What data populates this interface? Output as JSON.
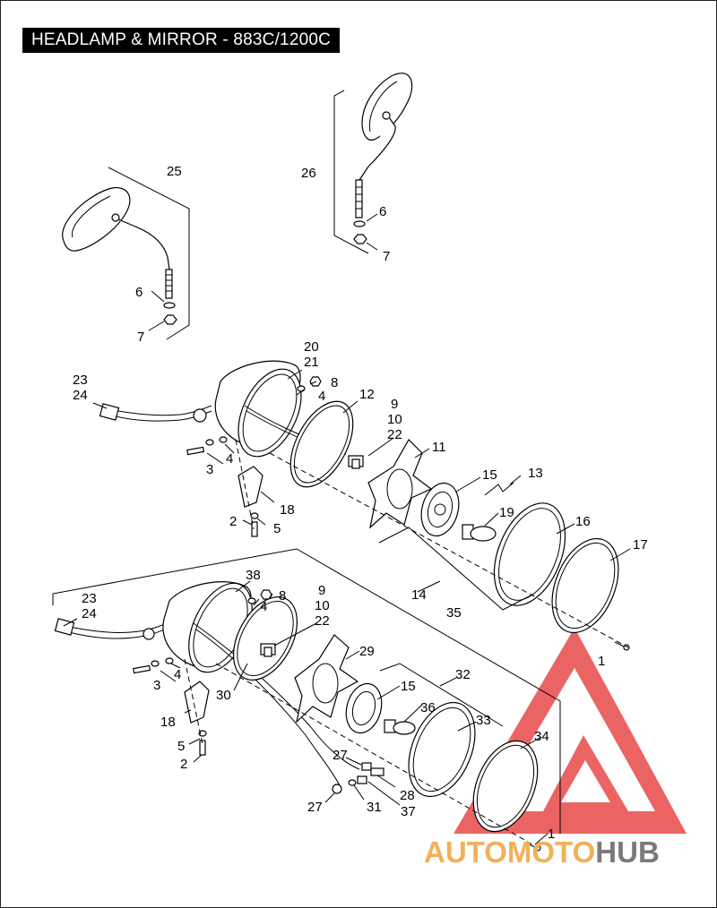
{
  "header": {
    "title": "HEADLAMP & MIRROR - 883C/1200C"
  },
  "callouts": {
    "c1a": "1",
    "c1b": "1",
    "c2a": "2",
    "c2b": "2",
    "c3a": "3",
    "c3b": "3",
    "c4a": "4",
    "c4b": "4",
    "c4c": "4",
    "c4d": "4",
    "c5a": "5",
    "c5b": "5",
    "c6a": "6",
    "c6b": "6",
    "c7a": "7",
    "c7b": "7",
    "c8a": "8",
    "c8b": "8",
    "c9a": "9",
    "c9b": "9",
    "c10a": "10",
    "c10b": "10",
    "c11": "11",
    "c12": "12",
    "c13": "13",
    "c14": "14",
    "c15a": "15",
    "c15b": "15",
    "c16": "16",
    "c17": "17",
    "c18a": "18",
    "c18b": "18",
    "c19": "19",
    "c20": "20",
    "c21": "21",
    "c22a": "22",
    "c22b": "22",
    "c23a": "23",
    "c23b": "23",
    "c24a": "24",
    "c24b": "24",
    "c25": "25",
    "c26": "26",
    "c27a": "27",
    "c27b": "27",
    "c28": "28",
    "c29": "29",
    "c30": "30",
    "c31": "31",
    "c32": "32",
    "c33": "33",
    "c34": "34",
    "c35": "35",
    "c36": "36",
    "c37": "37",
    "c38": "38"
  },
  "watermark": {
    "part1": "AUTOMOTO",
    "part2": "HUB",
    "colors": {
      "primary": "#e84a4a",
      "accent": "#f2b05a",
      "gray": "#7a7a7a"
    }
  }
}
